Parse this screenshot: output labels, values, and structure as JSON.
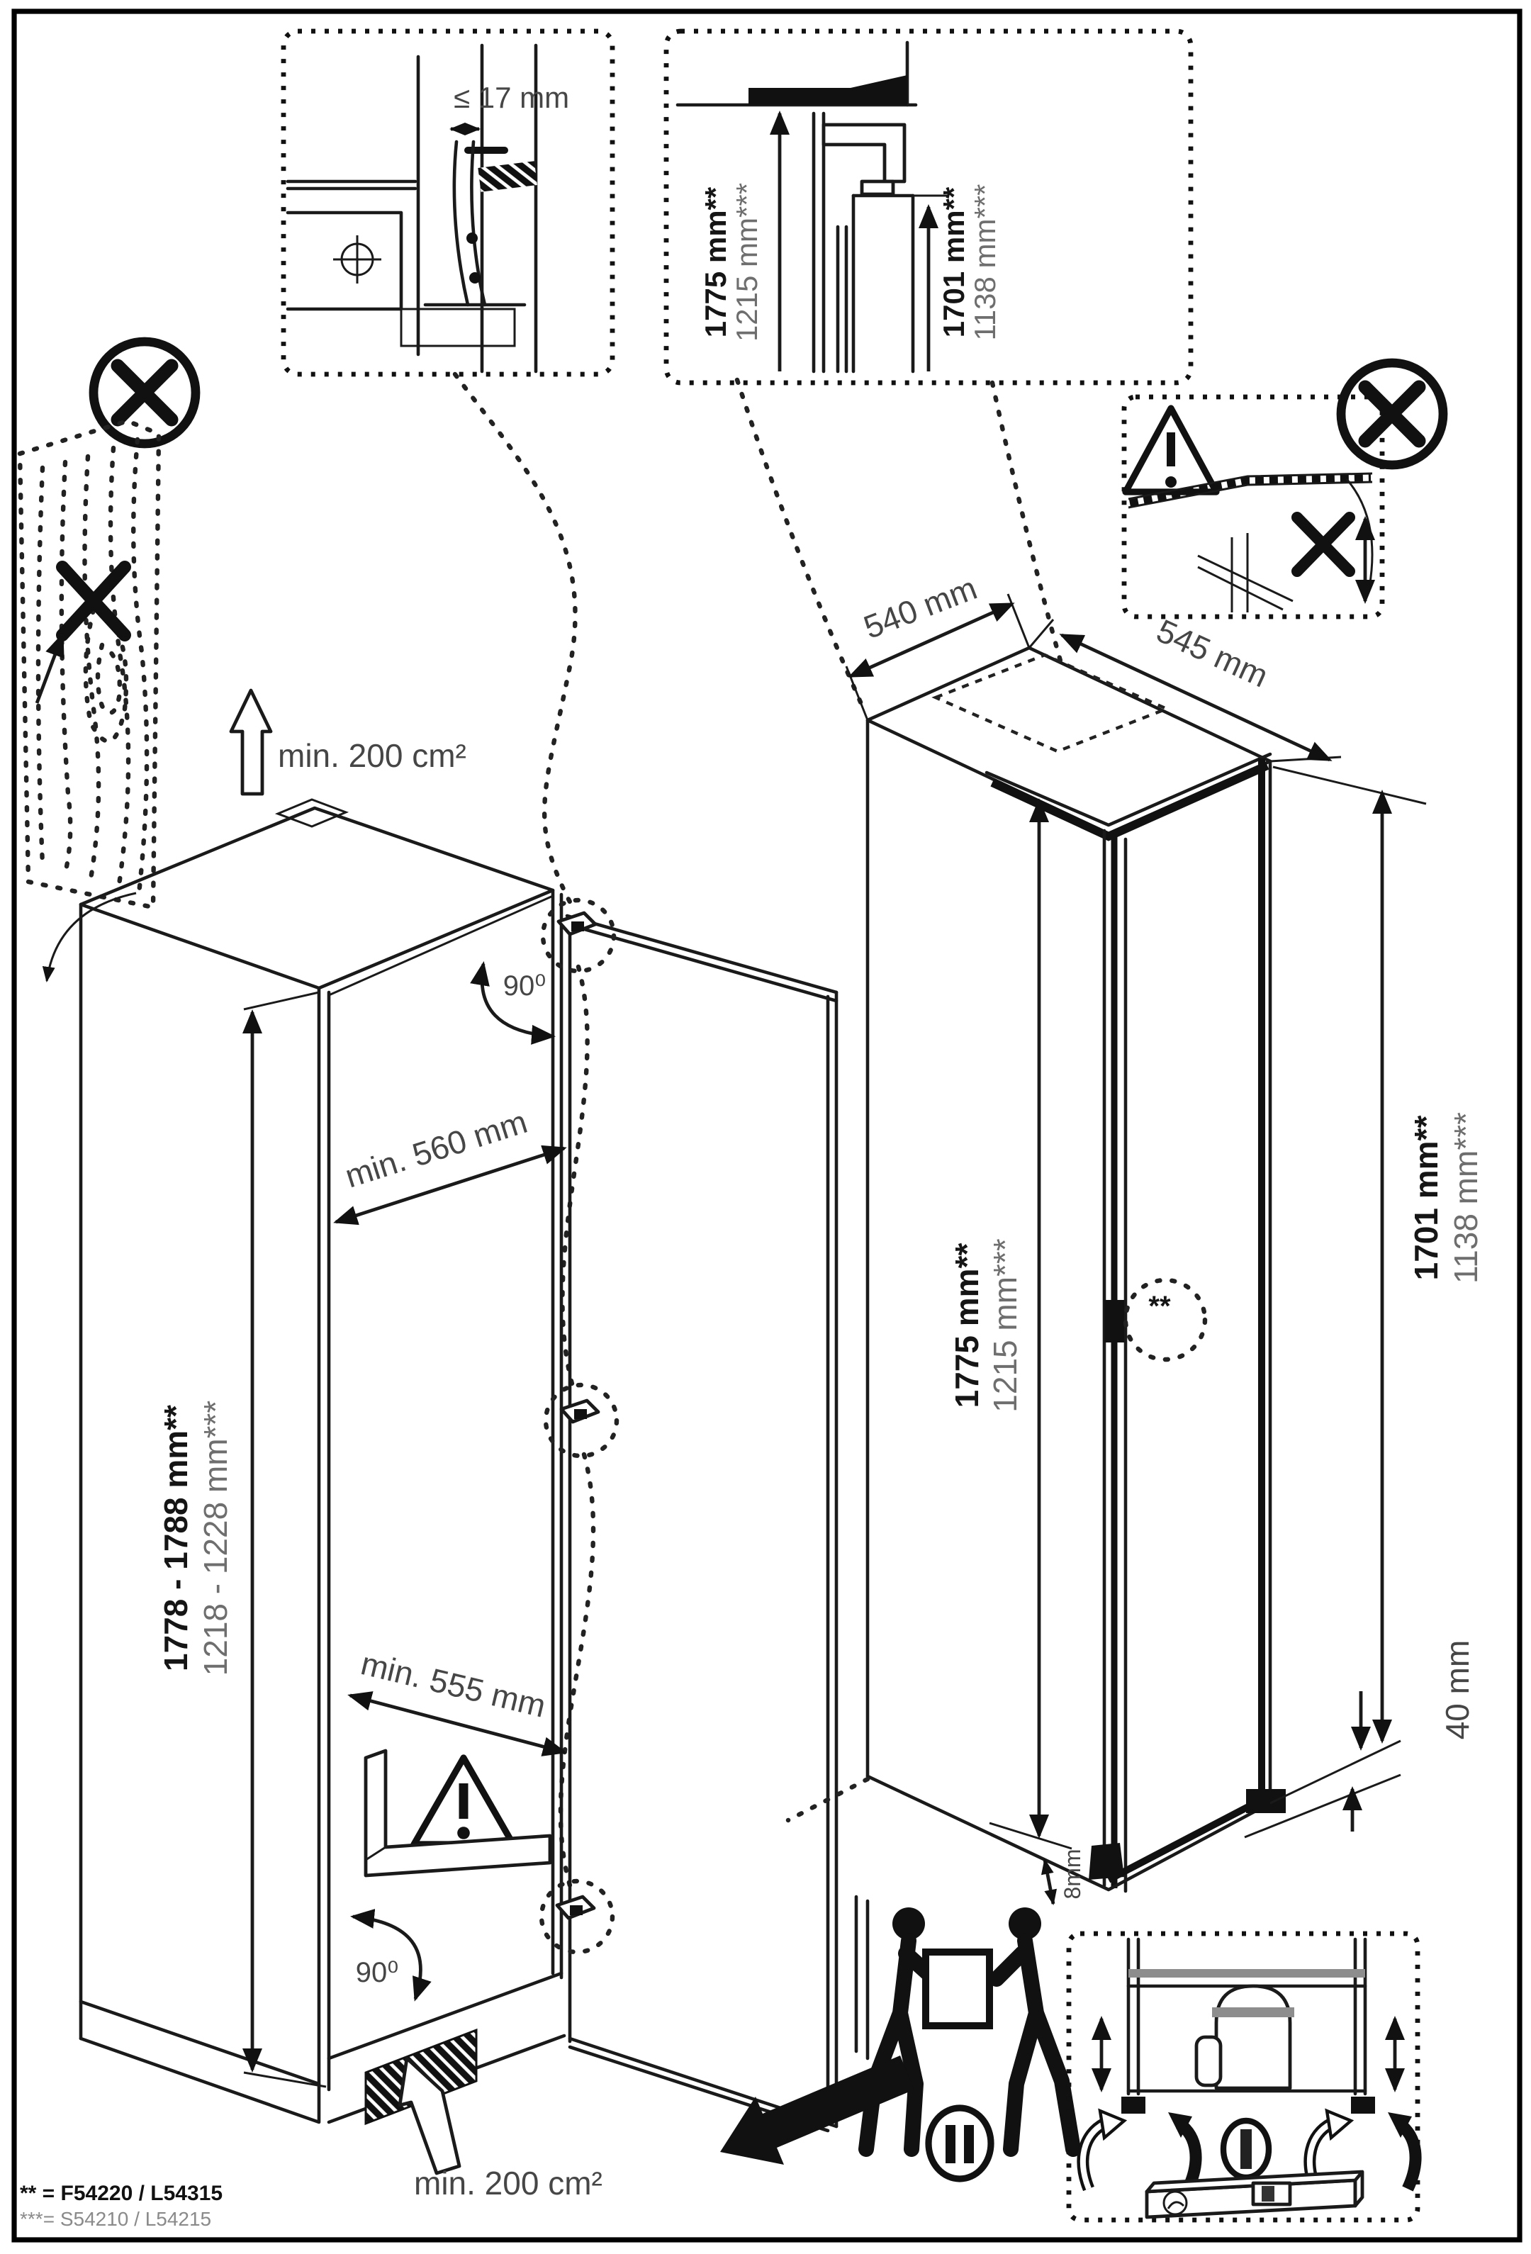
{
  "insets": {
    "hinge_gap": {
      "label": "≤ 17 mm"
    },
    "height_ref": {
      "total_bold": "1775 mm**",
      "total_alt": "1215 mm***",
      "door_bold": "1701 mm**",
      "door_alt": "1138 mm***"
    }
  },
  "niche": {
    "height_bold": "1778 - 1788 mm**",
    "height_alt": "1218 - 1228 mm***",
    "depth_top": "min. 560 mm",
    "depth_bottom": "min. 555 mm",
    "door_angle_top": "90⁰",
    "door_angle_bottom": "90⁰",
    "vent_top": "min. 200 cm²",
    "vent_bottom": "min. 200 cm²"
  },
  "appliance": {
    "width": "540 mm",
    "depth": "545 mm",
    "height_bold": "1775 mm**",
    "height_alt": "1215 mm***",
    "door_height_bold": "1701 mm**",
    "door_height_alt": "1138 mm***",
    "plinth_clearance": "40 mm",
    "foot_gap": "8mm",
    "hinge_note": "**"
  },
  "footnotes": {
    "models_double_star": "** = F54220 / L54315",
    "models_triple_star": "***= S54210 / L54215"
  },
  "icons": {
    "prohibition": "circled-x",
    "warning": "exclamation-triangle",
    "pause": "circled-pause-bars",
    "carry": "two-person-carry",
    "level": "spirit-level",
    "airflow": "hollow-up-arrow"
  },
  "colors": {
    "line": "#1a1a1a",
    "label": "#464646",
    "label_alt": "#6e6e6e",
    "footnote_alt": "#8a8a8a"
  }
}
